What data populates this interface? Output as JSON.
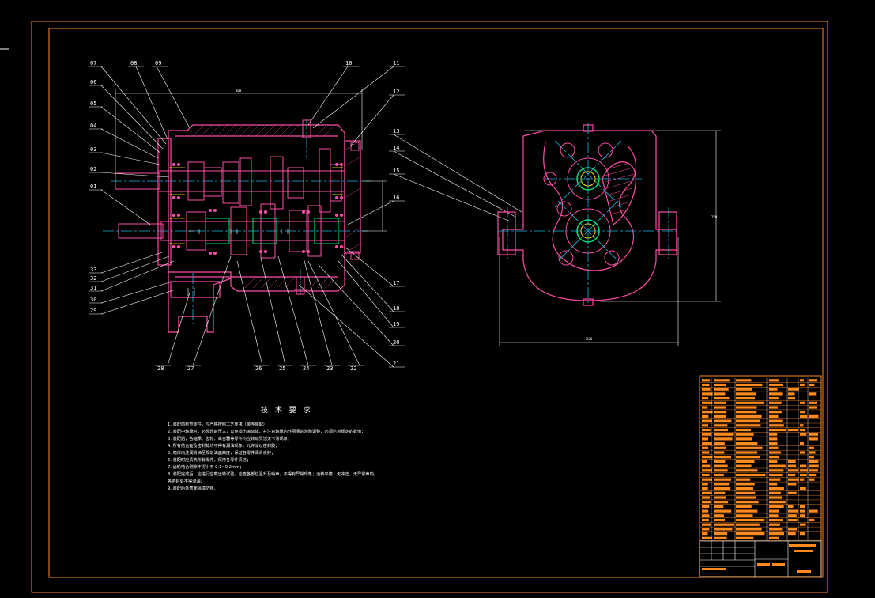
{
  "colors": {
    "background": "#000000",
    "frame": "#ff8a1e",
    "part": "#ff4da6",
    "center_line": "#18b6d9",
    "leader": "#ffffff",
    "shaft": "#00e070",
    "gear": "#ffea00",
    "title_block_fill": "#ff8a1e"
  },
  "part_labels": {
    "left": [
      "07",
      "06",
      "05",
      "04",
      "03",
      "02",
      "01",
      "33",
      "32",
      "31",
      "30",
      "29"
    ],
    "top": [
      "08",
      "09",
      "10",
      "11"
    ],
    "right": [
      "12",
      "13",
      "14",
      "15",
      "16",
      "17",
      "18",
      "19",
      "20",
      "21"
    ],
    "bottom": [
      "28",
      "27",
      "26",
      "25",
      "24",
      "23",
      "22"
    ]
  },
  "technical_requirements": {
    "title": "技 术 要 求",
    "items": [
      "1. 装配前检查零件，应严格按照工艺要求（顺序装配）",
      "2. 装配中轴承时，必须轻敲压入，以免损伤滚动体，并注意轴承内外圈间的游隙调整，必须达到规定的数值；",
      "3. 装配后，各轴承、齿轮、离合器等零件均应转动灵活无卡滞现象；",
      "4. 所有结合面及密封处均不得有漏油现象，允许涂以密封胶；",
      "5. 箱体内注润滑油至规定油面高度，保证各零件润滑良好；",
      "6. 装配时应清洗所有零件，保持各零件清洁；",
      "7. 齿轮啮合侧隙不得小于 0.1~0.2mm；",
      "8. 装配完成后，应进行空载运转试验，检查各部位温升及噪声，不得有异常现象；运转平稳、无冲击、无异常声响，",
      "   各密封处不得渗漏；",
      "9. 装配后外表面涂漆防锈。"
    ]
  }
}
